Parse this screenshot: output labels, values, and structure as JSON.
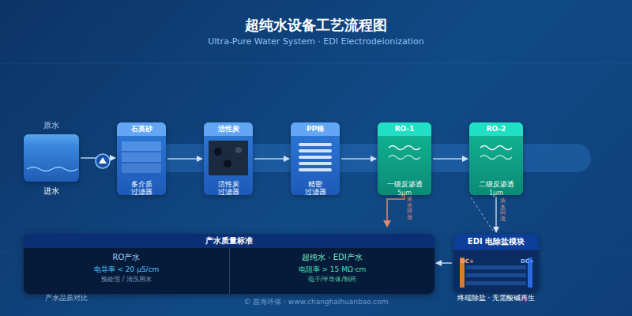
{
  "diagram": {
    "title": "超纯水设备工艺流程图",
    "nodes": [
      {
        "text": [
          "原水",
          "进水"
        ]
      },
      {
        "text": [
          "石英砂",
          "多介质 过滤器"
        ]
      },
      {
        "text": [
          "活性炭",
          "活性炭 过滤器"
        ]
      },
      {
        "text": [
          "PP棉",
          "精密 过滤器"
        ]
      },
      {
        "text": [
          "RO-1",
          "一级反渗透",
          "5μm"
        ]
      },
      {
        "text": [
          "RO-2",
          "二级反渗透",
          "1μm"
        ]
      },
      {
        "text": [
          "EDI 电除盐模块",
          "终端除盐 · 无需酸碱再生"
        ]
      },
      {
        "text": [
          "产水质量标准"
        ]
      },
      {
        "text": [
          "RO产水",
          "电导率 < 20 μS/cm",
          "预处理 / 清洗用水"
        ],
        "in": 7
      },
      {
        "text": [
          "超纯水 · EDI产水",
          "电阻率 > 15 MΩ·cm",
          "电子/半导体/制药"
        ],
        "in": 7
      }
    ],
    "edges": [
      {
        "from": 0,
        "to": 1,
        "arrow": "to"
      },
      {
        "from": 1,
        "to": 2,
        "arrow": "to"
      },
      {
        "from": 2,
        "to": 3,
        "arrow": "to"
      },
      {
        "from": 3,
        "to": 4,
        "arrow": "to"
      },
      {
        "from": 4,
        "to": 5,
        "arrow": "to"
      },
      {
        "from": 5,
        "to": 6,
        "arrow": "to"
      },
      {
        "from": 6,
        "to": 7,
        "arrow": "to"
      }
    ],
    "labels": [
      "Ultra-Pure Water System · EDI Electrodeionization",
      "浓水排放",
      "浓水回流",
      "DC+",
      "DC−",
      "产水品质对比",
      "© 昌海环保 · www.changhaihuanbao.com"
    ]
  }
}
